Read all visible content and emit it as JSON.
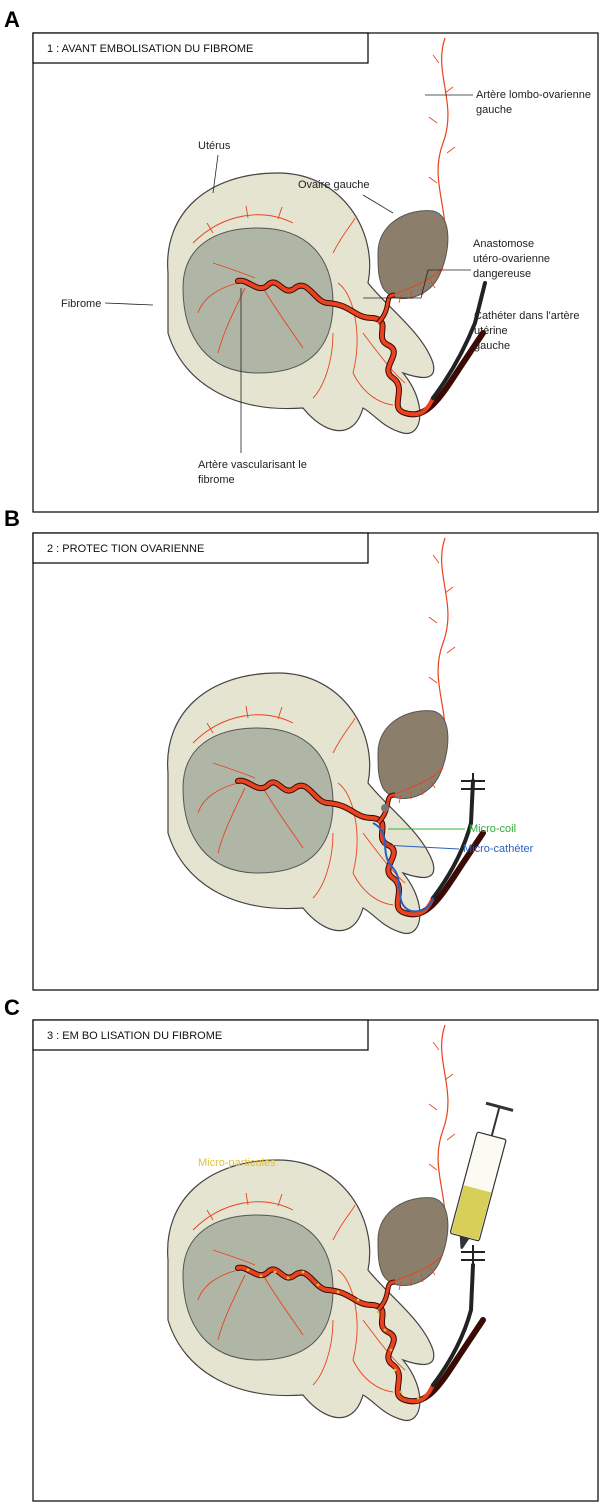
{
  "panels": [
    {
      "letter": "A",
      "title": "1 :  AVANT  EMBOLISATION DU FIBROME",
      "labels": {
        "uterus": "Utérus",
        "ovary": "Ovaire gauche",
        "lombo_1": "Artère lombo-ovarienne",
        "lombo_2": "gauche",
        "anast_1": "Anastomose",
        "anast_2": "utéro-ovarienne",
        "anast_3": "dangereuse",
        "fibrome": "Fibrome",
        "cath_1": "Cathéter dans l'artère",
        "cath_2": "utérine",
        "cath_3": "gauche",
        "artery_1": "Artère vascularisant le",
        "artery_2": "fibrome"
      }
    },
    {
      "letter": "B",
      "title": "2 :     PROTEC TION  OVARIENNE",
      "labels": {
        "coil": "Micro-coil",
        "microcath": "Micro-cathéter"
      }
    },
    {
      "letter": "C",
      "title": "3 :  EM BO LISATION  DU FIBROME",
      "labels": {
        "particles": "Micro-particules"
      }
    }
  ],
  "colors": {
    "uterus": "#e4e4d1",
    "fibrome": "#b0b6a6",
    "ovary": "#8b7f6c",
    "artery": "#e8421e",
    "coil": "#2fae3a",
    "microcath": "#2b5fbf",
    "particles": "#e0c23a"
  }
}
